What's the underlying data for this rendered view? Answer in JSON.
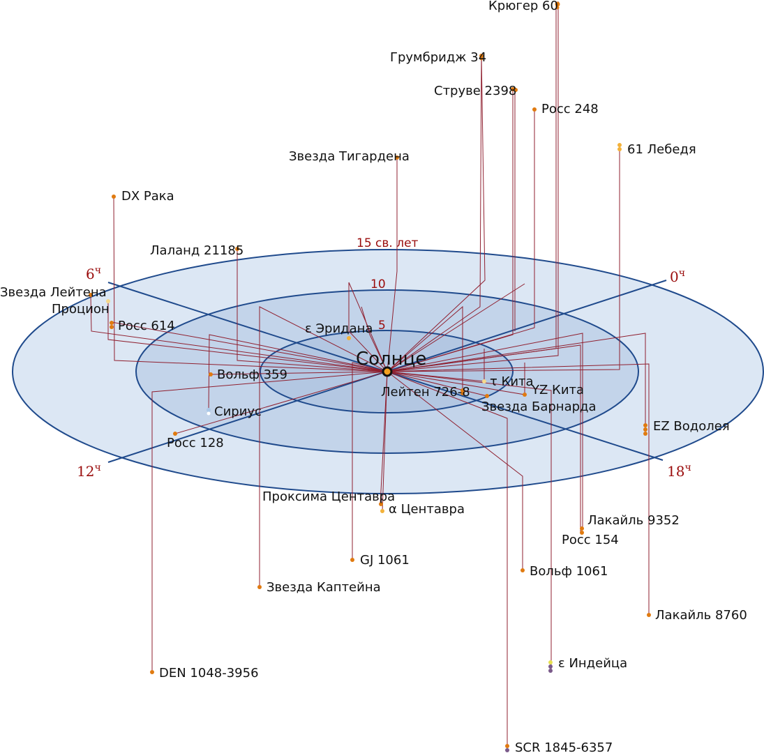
{
  "colors": {
    "outer_fill": "#dce7f4",
    "middle_fill": "#c3d4ea",
    "inner_fill": "#b3c7e2",
    "ring_stroke": "#1f4a8c",
    "stem": "#8f1f2f",
    "ring_label": "#9a0c0c",
    "star_red_dwarf": "#e07a10",
    "star_white": "#aac8e8",
    "star_yellow": "#f3b23a"
  },
  "center": {
    "label": "Солнце"
  },
  "rings": [
    {
      "label": "5"
    },
    {
      "label": "10"
    },
    {
      "label": "15 св. лет"
    }
  ],
  "hours": [
    {
      "label": "0ч"
    },
    {
      "label": "6ч"
    },
    {
      "label": "12ч"
    },
    {
      "label": "18ч"
    }
  ],
  "stars": [
    {
      "name": "Крюгер 60",
      "color": "#e07a10"
    },
    {
      "name": "Грумбридж 34",
      "color": "#e07a10"
    },
    {
      "name": "Струве 2398",
      "color": "#e07a10"
    },
    {
      "name": "Росс 248",
      "color": "#e07a10"
    },
    {
      "name": "61 Лебедя",
      "color": "#f3b23a"
    },
    {
      "name": "Звезда Тигардена",
      "color": "#e07a10"
    },
    {
      "name": "DX Рака",
      "color": "#e07a10"
    },
    {
      "name": "Лаланд 21185",
      "color": "#e07a10"
    },
    {
      "name": "Звезда Лейтена",
      "color": "#e07a10"
    },
    {
      "name": "Процион",
      "color": "#f6d88a"
    },
    {
      "name": "Росс 614",
      "color": "#e07a10"
    },
    {
      "name": "ε Эридана",
      "color": "#f3b23a"
    },
    {
      "name": "Вольф 359",
      "color": "#e07a10"
    },
    {
      "name": "Сириус",
      "color": "#aac8e8"
    },
    {
      "name": "Росс 128",
      "color": "#e07a10"
    },
    {
      "name": "τ Кита",
      "color": "#f6d88a"
    },
    {
      "name": "YZ Кита",
      "color": "#e07a10"
    },
    {
      "name": "Лейтен 726-8",
      "color": "#e07a10"
    },
    {
      "name": "Звезда Барнарда",
      "color": "#e07a10"
    },
    {
      "name": "EZ Водолея",
      "color": "#e07a10"
    },
    {
      "name": "Проксима Центавра",
      "color": "#e07a10"
    },
    {
      "name": "α Центавра",
      "color": "#f3b23a"
    },
    {
      "name": "Лакайль 9352",
      "color": "#e07a10"
    },
    {
      "name": "Росс 154",
      "color": "#e07a10"
    },
    {
      "name": "GJ 1061",
      "color": "#e07a10"
    },
    {
      "name": "Вольф 1061",
      "color": "#e07a10"
    },
    {
      "name": "Звезда Каптейна",
      "color": "#e07a10"
    },
    {
      "name": "Лакайль 8760",
      "color": "#e07a10"
    },
    {
      "name": "ε Индейца",
      "color": "#e8e050"
    },
    {
      "name": "DEN 1048-3956",
      "color": "#e07a10"
    },
    {
      "name": "SCR 1845-6357",
      "color": "#e07a10"
    }
  ]
}
